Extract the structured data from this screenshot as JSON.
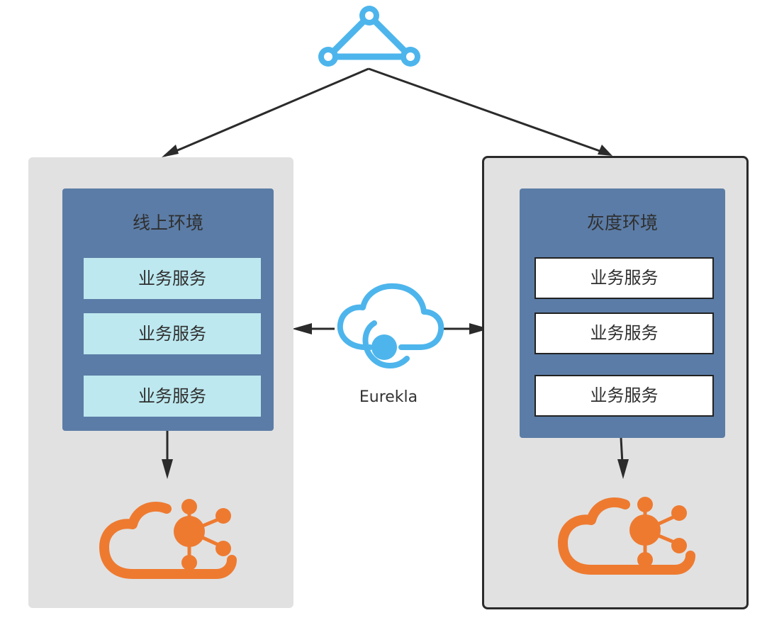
{
  "left_env": {
    "title": "线上环境",
    "services": [
      "业务服务",
      "业务服务",
      "业务服务"
    ]
  },
  "right_env": {
    "title": "灰度环境",
    "services": [
      "业务服务",
      "业务服务",
      "业务服务"
    ]
  },
  "registry": {
    "label": "Eurekla",
    "icon": "eureka-cloud-icon"
  },
  "icons": {
    "gateway": "network-triangle-icon",
    "config": "cloud-hub-icon"
  },
  "colors": {
    "blue_icon": "#4db5ec",
    "orange_icon": "#ee7a30",
    "inner_panel": "#5b7ca6",
    "online_service": "#bde8ef",
    "env_bg": "#e1e1e1",
    "arrow": "#2b2b2b"
  }
}
